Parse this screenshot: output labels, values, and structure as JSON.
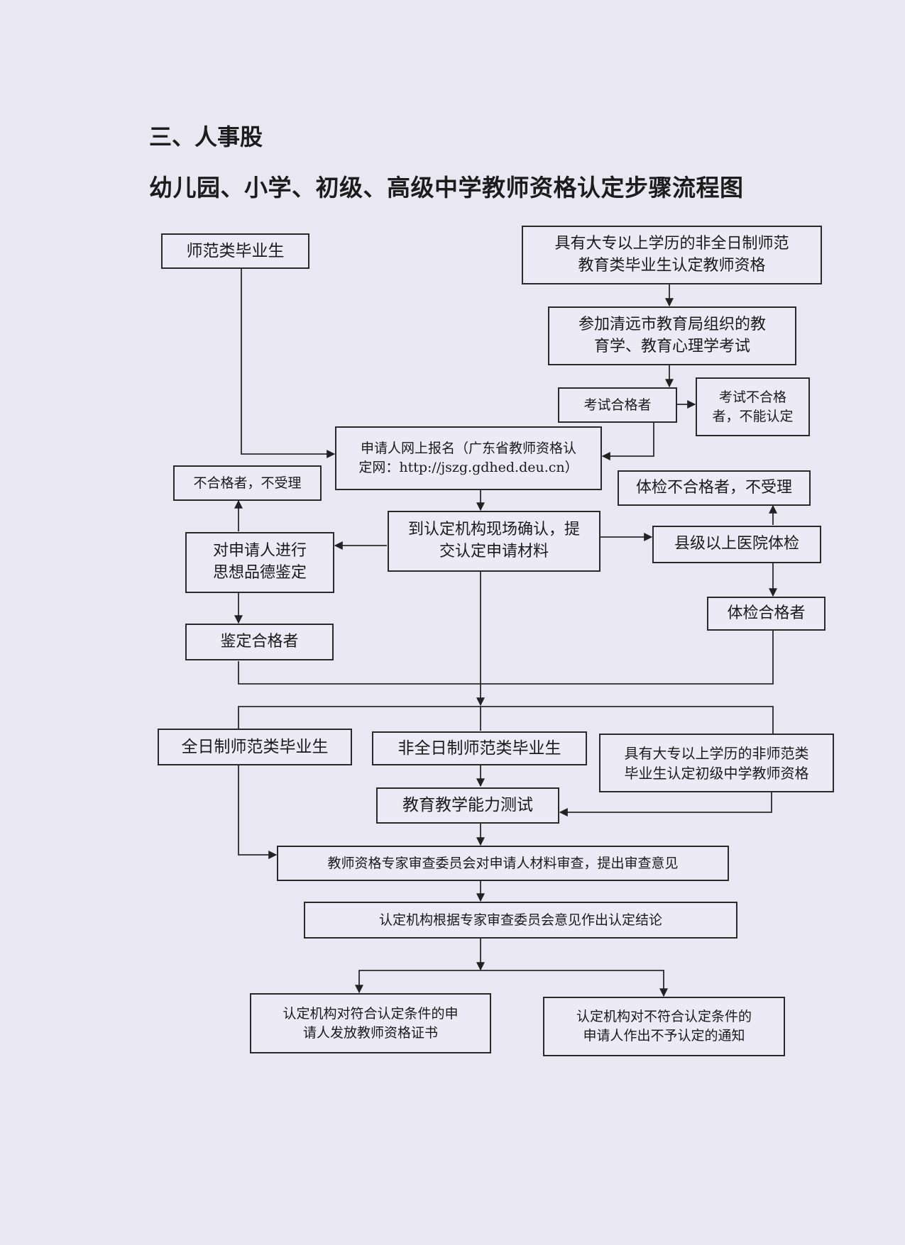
{
  "section_title": "三、人事股",
  "diagram_title": "幼儿园、小学、初级、高级中学教师资格认定步骤流程图",
  "nodes": {
    "normal_grads": "师范类毕业生",
    "nonfull_parttime": "具有大专以上学历的非全日制师范\n教育类毕业生认定教师资格",
    "exam": "参加清远市教育局组织的教\n育学、教育心理学考试",
    "exam_pass": "考试合格者",
    "exam_fail": "考试不合格\n者，不能认定",
    "online_reg": "申请人网上报名（广东省教师资格认\n定网：http://jszg.gdhed.deu.cn）",
    "reject_conduct": "不合格者，不受理",
    "reject_health": "体检不合格者，不受理",
    "onsite_confirm": "到认定机构现场确认，提\n交认定申请材料",
    "conduct_review": "对申请人进行\n思想品德鉴定",
    "hospital_exam": "县级以上医院体检",
    "conduct_pass": "鉴定合格者",
    "health_pass": "体检合格者",
    "fulltime_normal": "全日制师范类毕业生",
    "nonfull_normal": "非全日制师范类毕业生",
    "non_normal_junior": "具有大专以上学历的非师范类\n毕业生认定初级中学教师资格",
    "teaching_test": "教育教学能力测试",
    "expert_review": "教师资格专家审查委员会对申请人材料审查，提出审查意见",
    "conclusion": "认定机构根据专家审查委员会意见作出认定结论",
    "issue_cert": "认定机构对符合认定条件的申\n请人发放教师资格证书",
    "notify_reject": "认定机构对不符合认定条件的\n申请人作出不予认定的通知"
  }
}
